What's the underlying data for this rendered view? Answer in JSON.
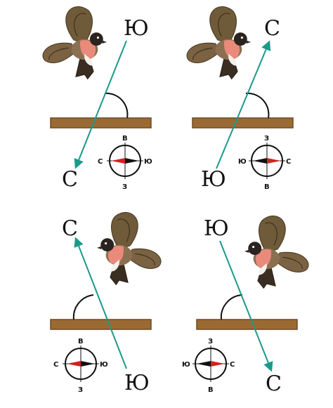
{
  "colors": {
    "arrow": "#1a9a8a",
    "perch": "#9b6a33",
    "perch_edge": "#6e4a22",
    "bird_wing": "#6f5a3a",
    "bird_body": "#8a7050",
    "bird_breast": "#e98a7a",
    "bird_head": "#2a2320",
    "needle_red": "#d42020",
    "needle_black": "#111111"
  },
  "panels": [
    {
      "id": "top-left",
      "labels": {
        "start": "Ю",
        "end": "С"
      },
      "compass": {
        "top": "В",
        "bottom": "З",
        "left": "С",
        "right": "Ю"
      }
    },
    {
      "id": "top-right",
      "labels": {
        "start": "Ю",
        "end": "С"
      },
      "compass": {
        "top": "З",
        "bottom": "В",
        "left": "Ю",
        "right": "С"
      }
    },
    {
      "id": "bottom-left",
      "labels": {
        "start": "Ю",
        "end": "С"
      },
      "compass": {
        "top": "В",
        "bottom": "З",
        "left": "С",
        "right": "Ю"
      }
    },
    {
      "id": "bottom-right",
      "labels": {
        "start": "Ю",
        "end": "С"
      },
      "compass": {
        "top": "З",
        "bottom": "В",
        "left": "Ю",
        "right": "С"
      }
    }
  ]
}
